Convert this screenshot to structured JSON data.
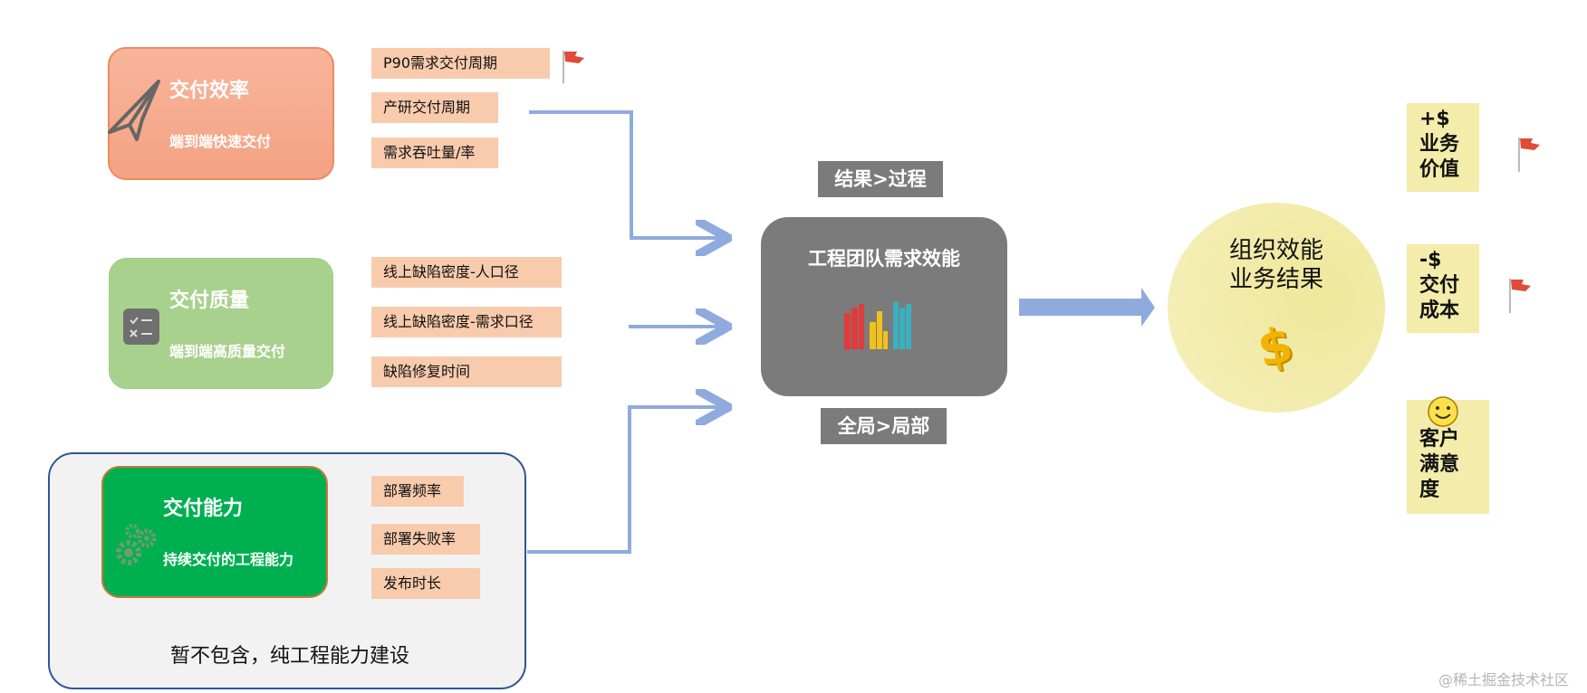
{
  "delivery_efficiency": {
    "title": "交付效率",
    "subtitle": "端到端快速交付",
    "metrics": [
      "P90需求交付周期",
      "产研交付周期",
      "需求吞吐量/率"
    ]
  },
  "delivery_quality": {
    "title": "交付质量",
    "subtitle": "端到端高质量交付",
    "metrics": [
      "线上缺陷密度-人口径",
      "线上缺陷密度-需求口径",
      "缺陷修复时间"
    ]
  },
  "delivery_capability": {
    "title": "交付能力",
    "subtitle": "持续交付的工程能力",
    "metrics": [
      "部署频率",
      "部署失败率",
      "发布时长"
    ],
    "note": "暂不包含，纯工程能力建设"
  },
  "center": {
    "tag_top": "结果>过程",
    "title": "工程团队需求效能",
    "tag_bottom": "全局>局部"
  },
  "outcome": {
    "title_line1": "组织效能",
    "title_line2": "业务结果"
  },
  "stickies": [
    {
      "symbol": "+$",
      "lines": [
        "业务",
        "价值"
      ]
    },
    {
      "symbol": "-$",
      "lines": [
        "交付",
        "成本"
      ]
    },
    {
      "symbol": "",
      "lines": [
        "客户",
        "满意",
        "度"
      ]
    }
  ],
  "watermark": "@稀土掘金技术社区",
  "colors": {
    "efficiency_card": "#f5a98a",
    "quality_card": "#a9d18e",
    "capability_card": "#00b050",
    "metric_bg": "#f8cbad",
    "arrow": "#8faadc",
    "center_box": "#7b7b7b",
    "outcome_circle": "#f3ecaa"
  }
}
